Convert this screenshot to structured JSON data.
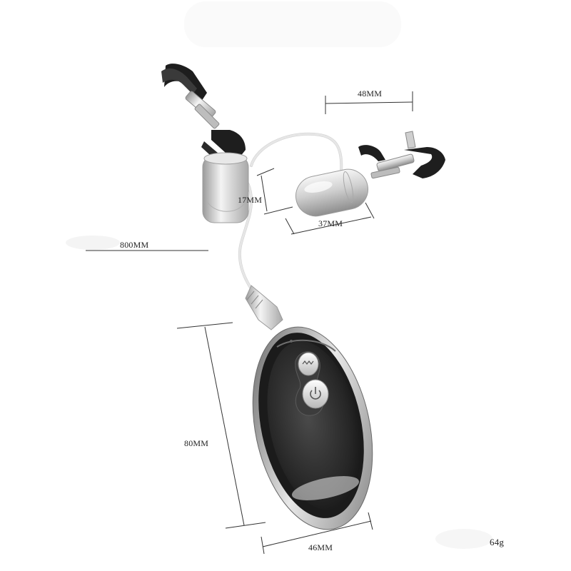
{
  "dimensions": {
    "clip_width": "48MM",
    "bullet_diameter": "17MM",
    "bullet_length": "37MM",
    "cable_length": "800MM",
    "remote_height": "80MM",
    "remote_width": "46MM",
    "weight": "64g"
  },
  "colors": {
    "background": "#ffffff",
    "remote_body": "#2b2b2b",
    "remote_trim": "#c8c8c8",
    "silver": "#d8d8d8",
    "clip_rubber": "#1e1e1e",
    "dimension_line": "#333333"
  },
  "icons": {
    "mode_button": "wave-icon",
    "power_button": "power-icon"
  }
}
